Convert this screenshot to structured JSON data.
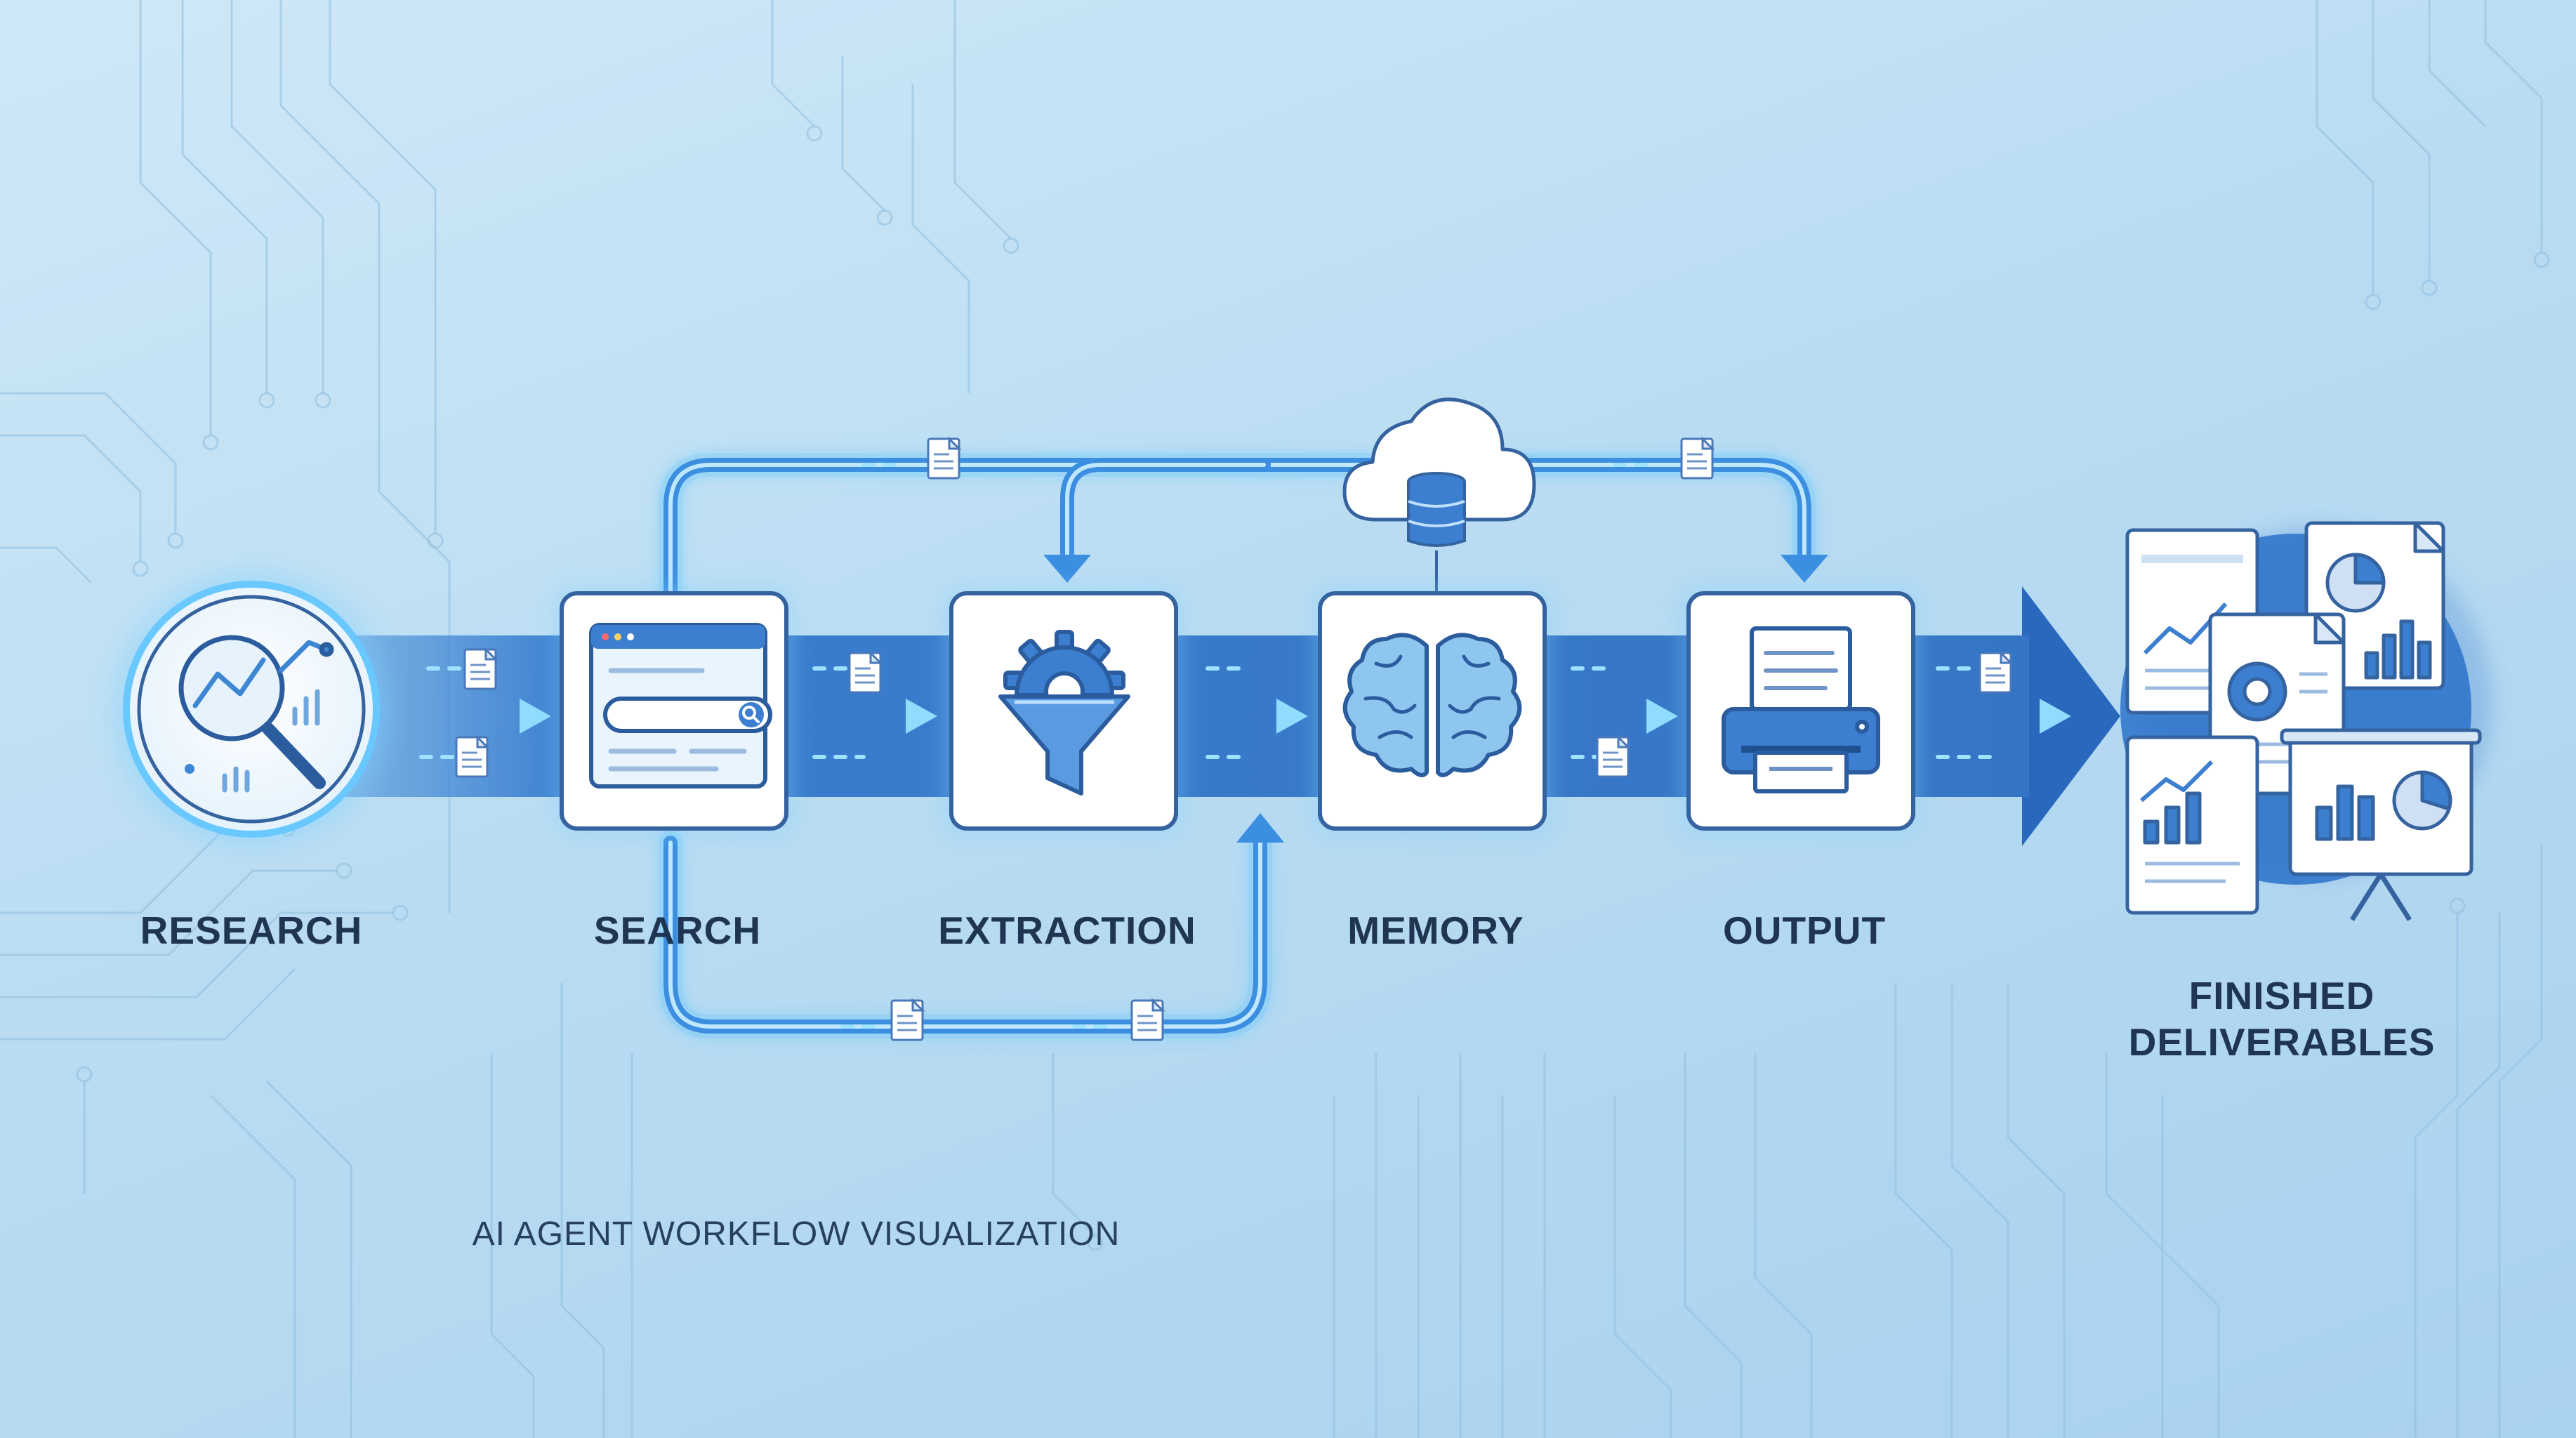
{
  "colors": {
    "background": "#bddff4",
    "flow": "#2f72c8",
    "node_border": "#35639f",
    "glow": "#5cc6ff",
    "text": "#1f3552"
  },
  "stages": [
    {
      "label": "RESEARCH",
      "icon": "magnifier-chart-icon"
    },
    {
      "label": "SEARCH",
      "icon": "browser-search-icon"
    },
    {
      "label": "EXTRACTION",
      "icon": "gear-funnel-icon"
    },
    {
      "label": "MEMORY",
      "icon": "brain-icon"
    },
    {
      "label": "OUTPUT",
      "icon": "printer-icon"
    }
  ],
  "deliverables": {
    "line1": "FINISHED",
    "line2": "DELIVERABLES",
    "icon": "reports-stack-icon"
  },
  "cloud_store": {
    "icon": "cloud-database-icon"
  },
  "caption": "AI AGENT WORKFLOW VISUALIZATION"
}
